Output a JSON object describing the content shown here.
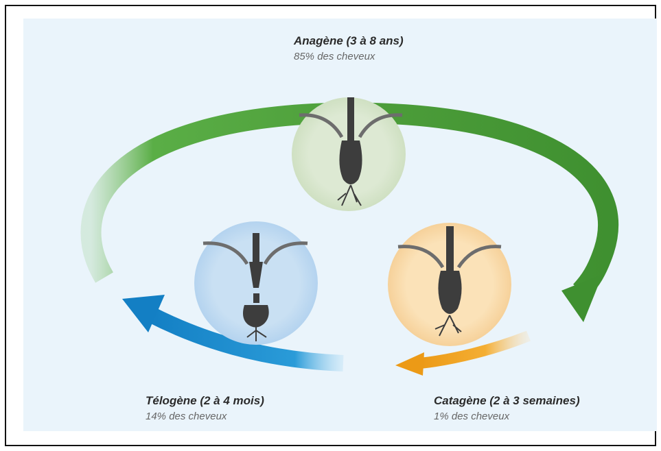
{
  "phases": {
    "anagen": {
      "title": "Anagène (3 à 8 ans)",
      "share": "85% des cheveux",
      "color": "#d9e7cf"
    },
    "telogen": {
      "title": "Télogène (2 à 4 mois)",
      "share": "14% des cheveux",
      "color": "#c5ddf1"
    },
    "catagen": {
      "title": "Catagène (2 à 3 semaines)",
      "share": "1% des cheveux",
      "color": "#f8dcae"
    }
  },
  "arrows": {
    "anagen_to_catagen": "#4a9c3c",
    "catagen_to_telogen": "#f1a21f",
    "telogen_to_anagen": "#1a8fcf"
  }
}
